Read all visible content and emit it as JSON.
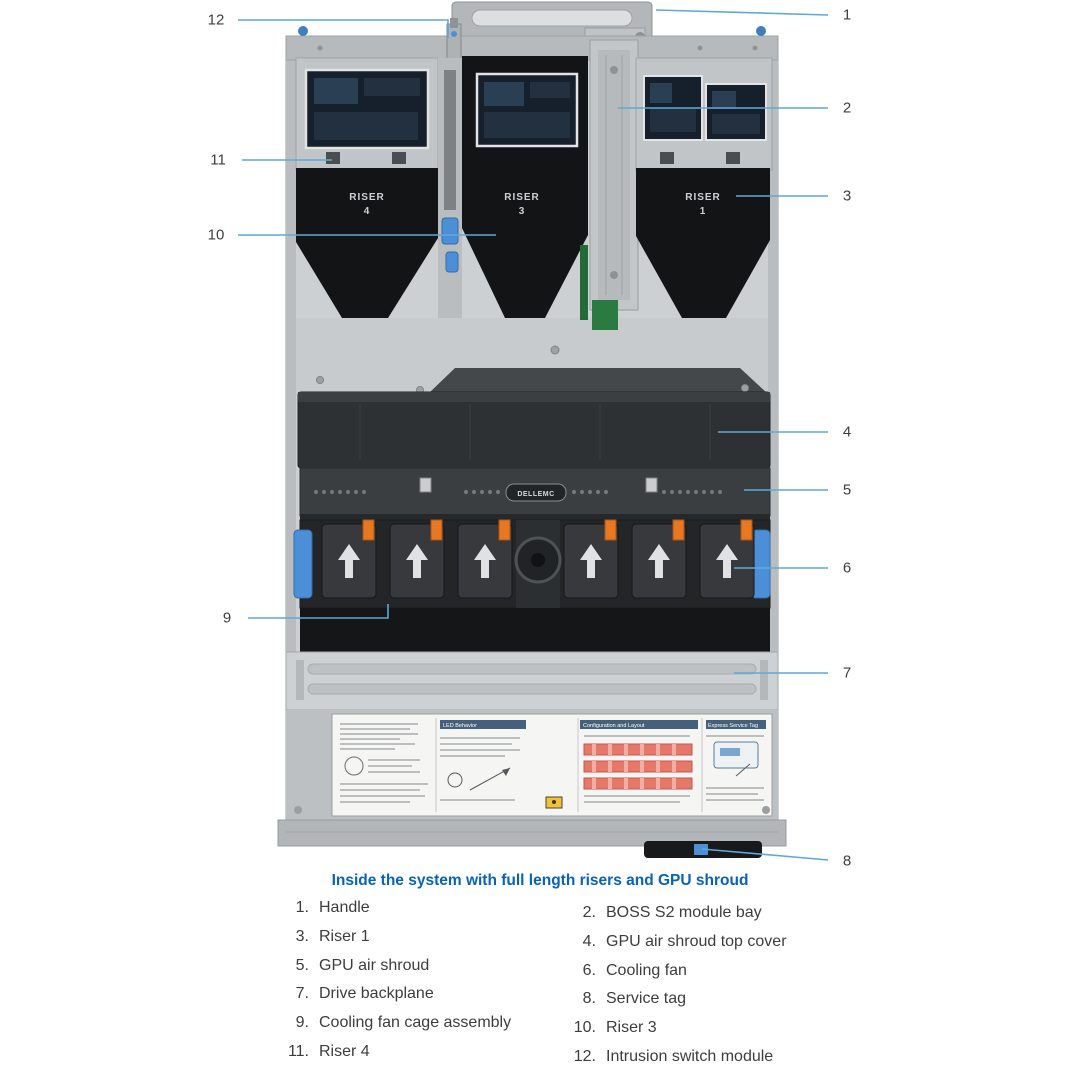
{
  "title": "Inside the system with full length risers and GPU shroud",
  "callouts": {
    "c1": "1",
    "c2": "2",
    "c3": "3",
    "c4": "4",
    "c5": "5",
    "c6": "6",
    "c7": "7",
    "c8": "8",
    "c9": "9",
    "c10": "10",
    "c11": "11",
    "c12": "12"
  },
  "diagram": {
    "riser4_word": "RISER",
    "riser4_num": "4",
    "riser3_word": "RISER",
    "riser3_num": "3",
    "riser1_word": "RISER",
    "riser1_num": "1",
    "brand_badge": "DELLEMC",
    "sticker": {
      "led_header": "LED Behavior",
      "config_header": "Configuration and Layout",
      "service_header": "Express Service Tag"
    }
  },
  "legend": {
    "left": [
      {
        "num": "1.",
        "label": "Handle"
      },
      {
        "num": "3.",
        "label": "Riser 1"
      },
      {
        "num": "5.",
        "label": "GPU air shroud"
      },
      {
        "num": "7.",
        "label": "Drive backplane"
      },
      {
        "num": "9.",
        "label": "Cooling fan cage assembly"
      },
      {
        "num": "11.",
        "label": "Riser 4"
      }
    ],
    "right": [
      {
        "num": "2.",
        "label": "BOSS S2 module bay"
      },
      {
        "num": "4.",
        "label": "GPU air shroud top cover"
      },
      {
        "num": "6.",
        "label": "Cooling fan"
      },
      {
        "num": "8.",
        "label": "Service tag"
      },
      {
        "num": "10.",
        "label": "Riser 3"
      },
      {
        "num": "12.",
        "label": "Intrusion switch module"
      }
    ]
  },
  "colors": {
    "leader_line": "#5ea9d8",
    "title_blue": "#0663b8",
    "accent_blue": "#4d8fd6",
    "connector_orange": "#e87722",
    "warning_yellow": "#f1c232"
  }
}
